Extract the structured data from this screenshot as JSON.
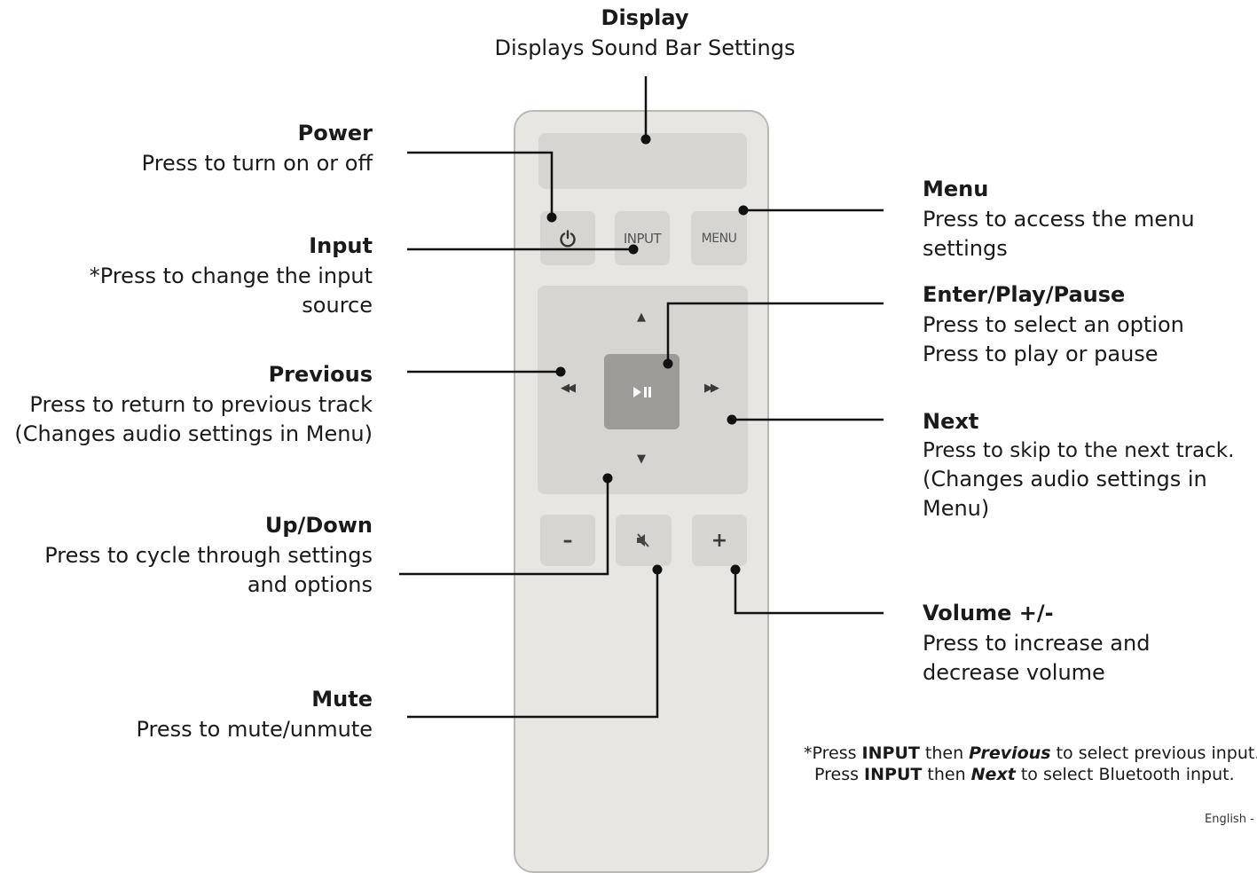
{
  "callouts": {
    "display": {
      "title": "Display",
      "desc": "Displays Sound Bar Settings"
    },
    "power": {
      "title": "Power",
      "desc": "Press to turn on or off"
    },
    "input": {
      "title": "Input",
      "desc_line1": "*Press to change the input",
      "desc_line2": "source"
    },
    "previous": {
      "title": "Previous",
      "desc_line1": "Press to return to previous track",
      "desc_line2": "(Changes audio settings in Menu)"
    },
    "updown": {
      "title": "Up/Down",
      "desc_line1": "Press to cycle through settings",
      "desc_line2": "and options"
    },
    "mute": {
      "title": "Mute",
      "desc": "Press to mute/unmute"
    },
    "menu": {
      "title": "Menu",
      "desc_line1": "Press to access the menu",
      "desc_line2": "settings"
    },
    "enter": {
      "title": "Enter/Play/Pause",
      "desc_line1": "Press to select an option",
      "desc_line2": "Press to play or pause"
    },
    "next": {
      "title": "Next",
      "desc_line1": "Press to skip to the next track.",
      "desc_line2": "(Changes audio settings in",
      "desc_line3": "Menu)"
    },
    "volume": {
      "title": "Volume +/-",
      "desc_line1": "Press to increase and",
      "desc_line2": "decrease volume"
    }
  },
  "remote": {
    "input_label": "INPUT",
    "menu_label": "MENU",
    "vol_down_label": "–",
    "vol_up_label": "+",
    "power_icon": "power-icon",
    "mute_icon": "mute-icon"
  },
  "footnote": {
    "l1_a": "*Press ",
    "l1_b": "INPUT",
    "l1_c": " then ",
    "l1_d": "Previous",
    "l1_e": " to select previous input.",
    "l2_a": "Press ",
    "l2_b": "INPUT",
    "l2_c": " then ",
    "l2_d": "Next",
    "l2_e": " to select Bluetooth input."
  },
  "page_label": "English - "
}
